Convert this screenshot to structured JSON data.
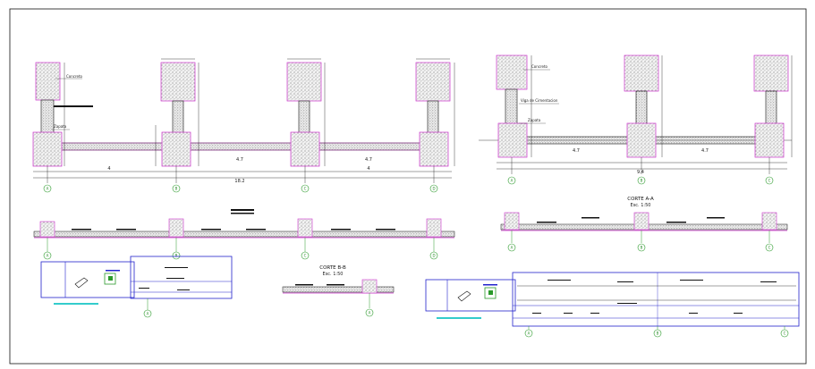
{
  "colors": {
    "concrete_fill": "#e9e9e9",
    "rebar_outline": "#cc33cc",
    "axis_green": "#2a9a2a",
    "frame_blue": "#2222cc",
    "dimension_black": "#111111",
    "cyan_mark": "#33cccc"
  },
  "plan_left": {
    "dims": [
      "4",
      "4.7",
      "4.7",
      "4"
    ],
    "total_dim": "18.2",
    "axes": [
      "A",
      "B",
      "C",
      "D"
    ],
    "notes": [
      "Concreto",
      "Zapata"
    ]
  },
  "plan_right": {
    "dims": [
      "4.7",
      "4.7"
    ],
    "total_dim": "9.4",
    "axes": [
      "A",
      "B",
      "C"
    ],
    "notes": [
      "Concreto",
      "Viga de Cimentacion",
      "Zapata"
    ]
  },
  "section_left": {
    "axes": [
      "A",
      "B",
      "C",
      "D"
    ]
  },
  "section_aa": {
    "title": "CORTE A-A",
    "scale": "Esc. 1:50",
    "axes": [
      "A",
      "B",
      "C"
    ]
  },
  "section_bb": {
    "title": "CORTE B-B",
    "scale": "Esc. 1:50",
    "axes": [
      "A"
    ]
  },
  "detail_left": {
    "axes": [
      "A"
    ]
  },
  "detail_right": {
    "axes": [
      "A",
      "B",
      "C"
    ]
  }
}
